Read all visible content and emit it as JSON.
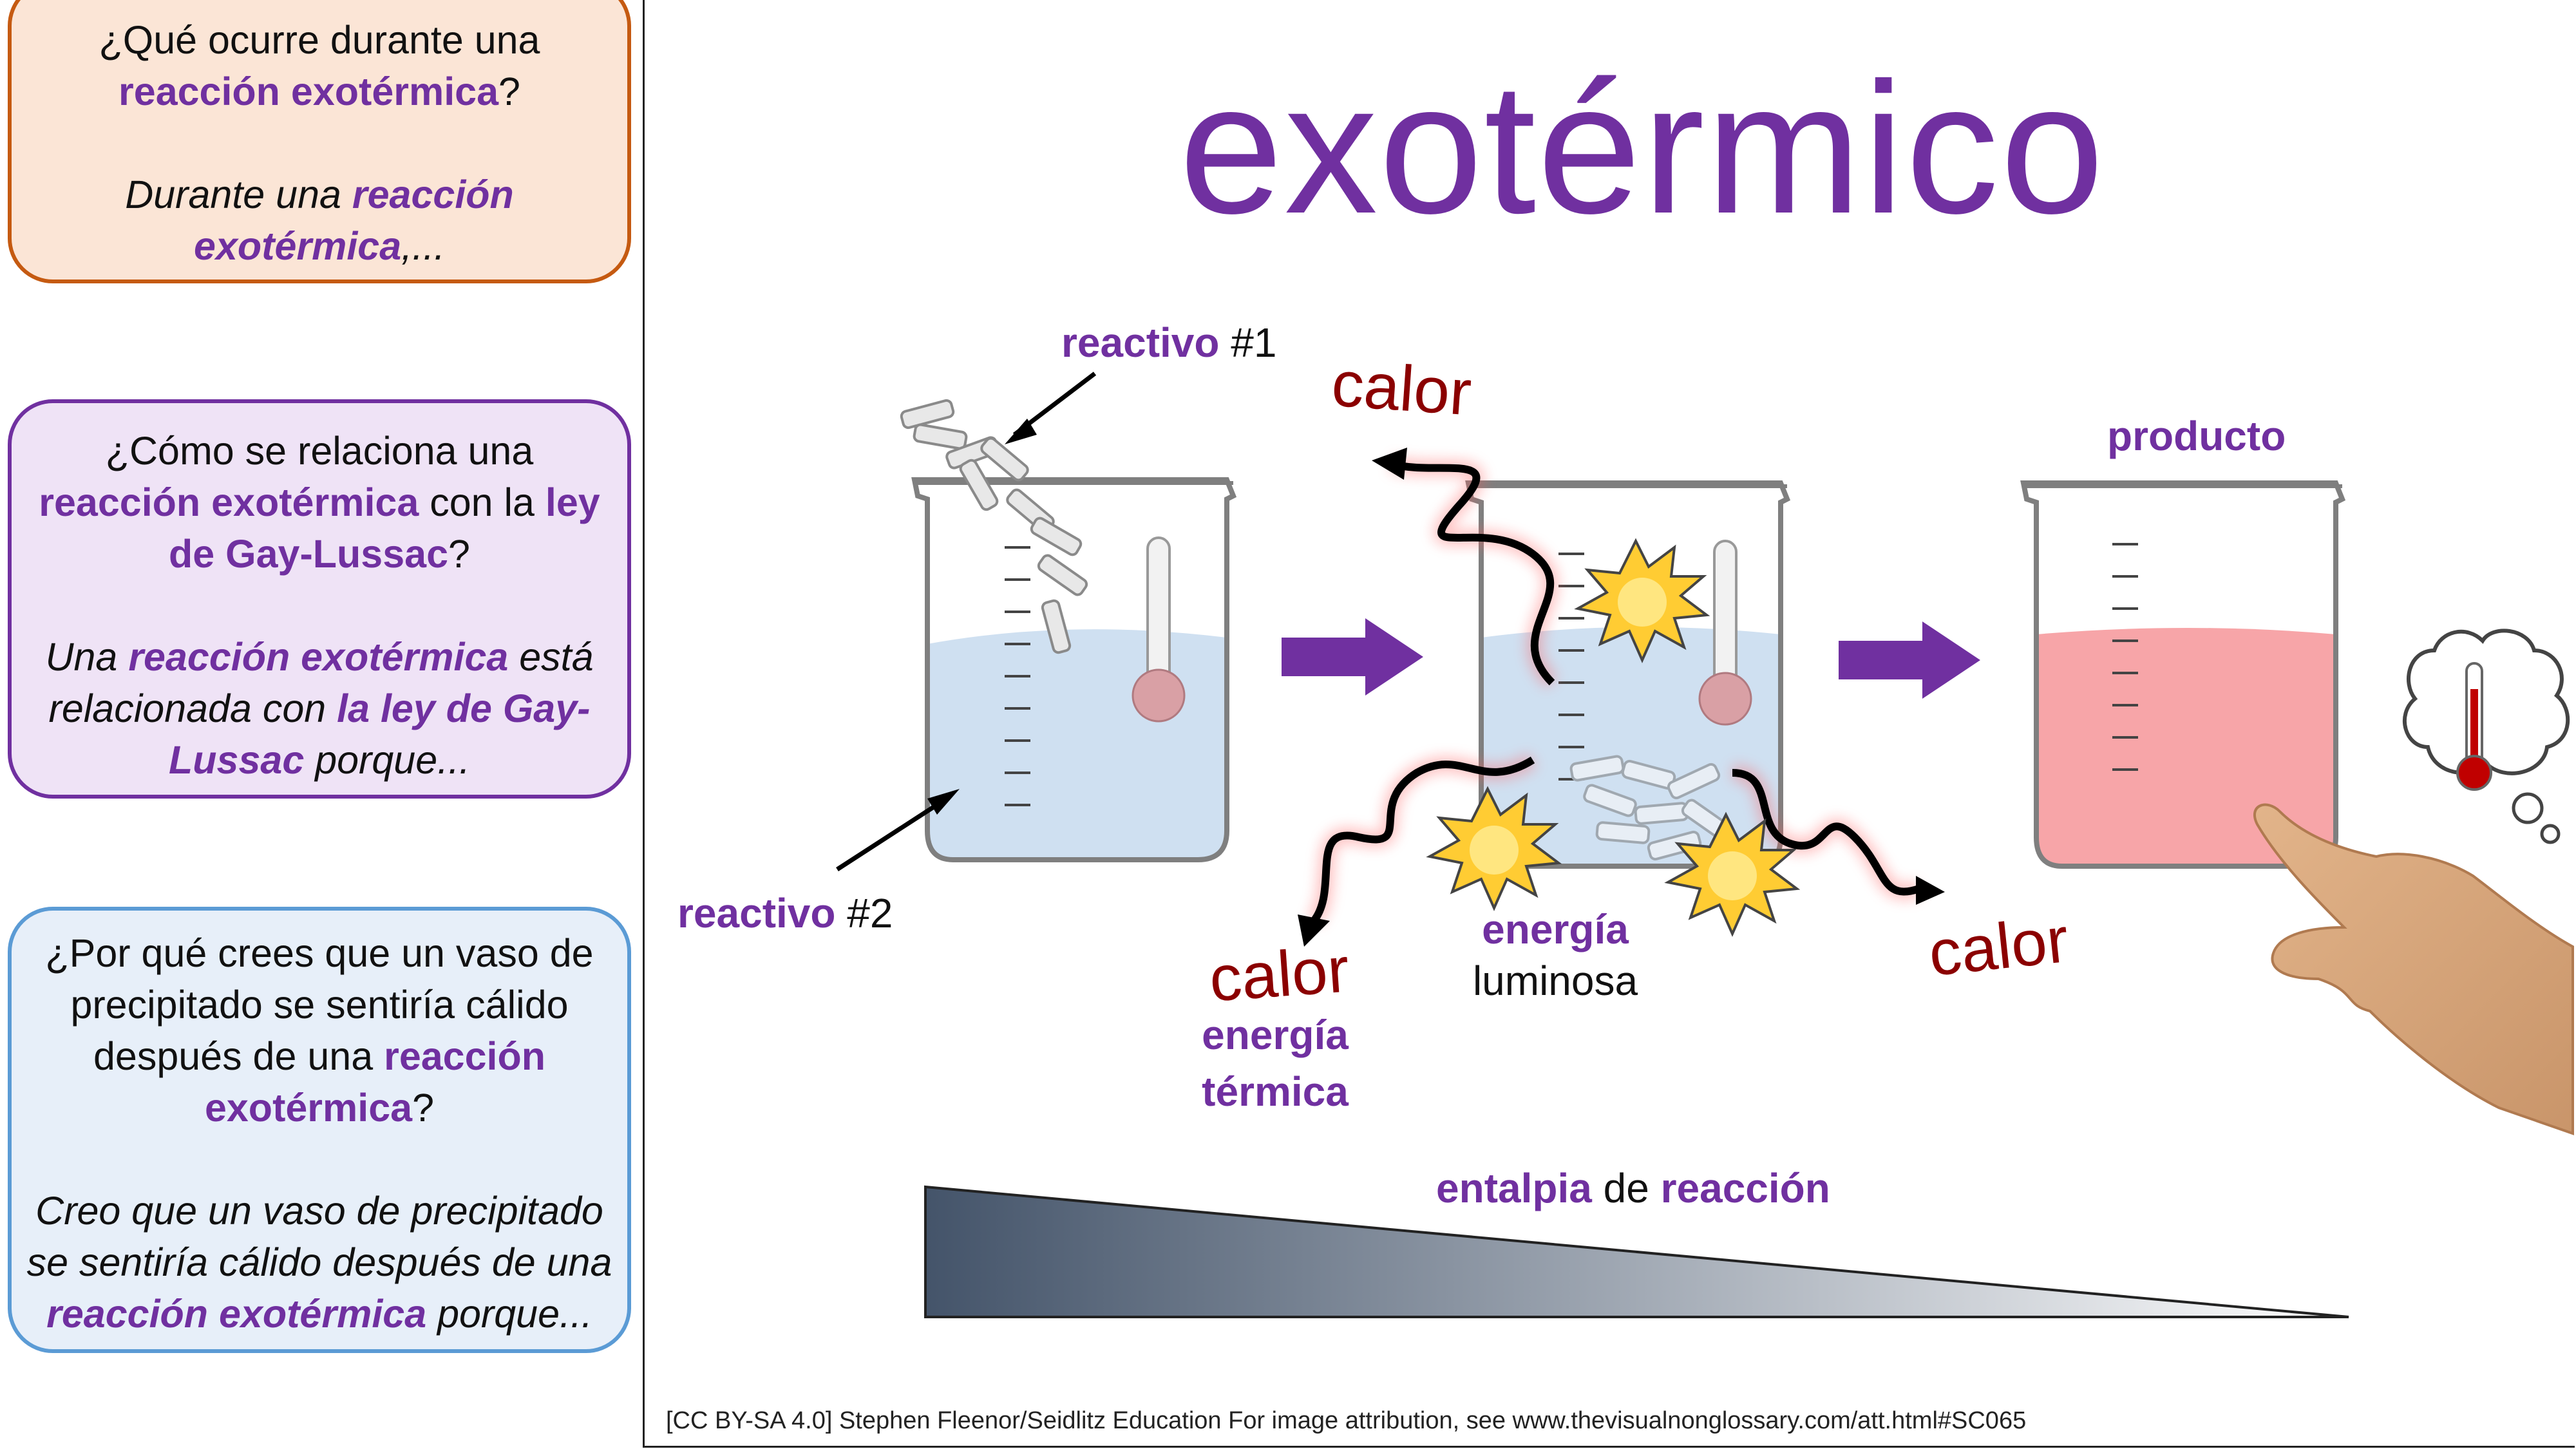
{
  "cards": [
    {
      "question": {
        "pre": "¿Qué ocurre durante una ",
        "kw": "reacción exotérmica",
        "post": "?"
      },
      "answer": {
        "pre": "Durante una ",
        "kw": "reacción exotérmica",
        "post": ",..."
      }
    },
    {
      "question": {
        "pre": "¿Cómo se relaciona una ",
        "kw1": "reacción exotérmica",
        "mid": " con la ",
        "kw2": "ley de Gay-Lussac",
        "post": "?"
      },
      "answer": {
        "pre": "Una ",
        "kw1": "reacción exotérmica",
        "mid": " está relacionada con ",
        "kw2": "la ley de Gay-Lussac",
        "post": " porque..."
      }
    },
    {
      "question": {
        "pre": "¿Por qué crees que un vaso de precipitado se sentiría cálido después de una ",
        "kw": "reacción exotérmica",
        "post": "?"
      },
      "answer": {
        "pre": "Creo que un vaso de precipitado se sentiría cálido después de una ",
        "kw": "reacción exotérmica",
        "post": " porque..."
      }
    }
  ],
  "title": "exotérmico",
  "labels": {
    "reactant1": {
      "kw": "reactivo",
      "num": " #1"
    },
    "reactant2": {
      "kw": "reactivo",
      "num": " #2"
    },
    "product": "producto",
    "heat": "calor",
    "light_energy": {
      "kw": "energía",
      "text": "luminosa"
    },
    "thermal_energy": {
      "line1": "energía",
      "line2": "térmica"
    },
    "enthalpy": {
      "kw1": "entalpia",
      "mid": " de ",
      "kw2": "reacción"
    }
  },
  "attribution": "[CC BY-SA 4.0] Stephen Fleenor/Seidlitz Education For image attribution, see www.thevisualnonglossary.com/att.html#SC065",
  "colors": {
    "purple": "#7030a0",
    "orange_border": "#c55a11",
    "blue_border": "#5b9bd5",
    "heat_red": "#8b0000",
    "water_blue": "#cfe0f1",
    "product_pink": "#f7a5a8"
  }
}
